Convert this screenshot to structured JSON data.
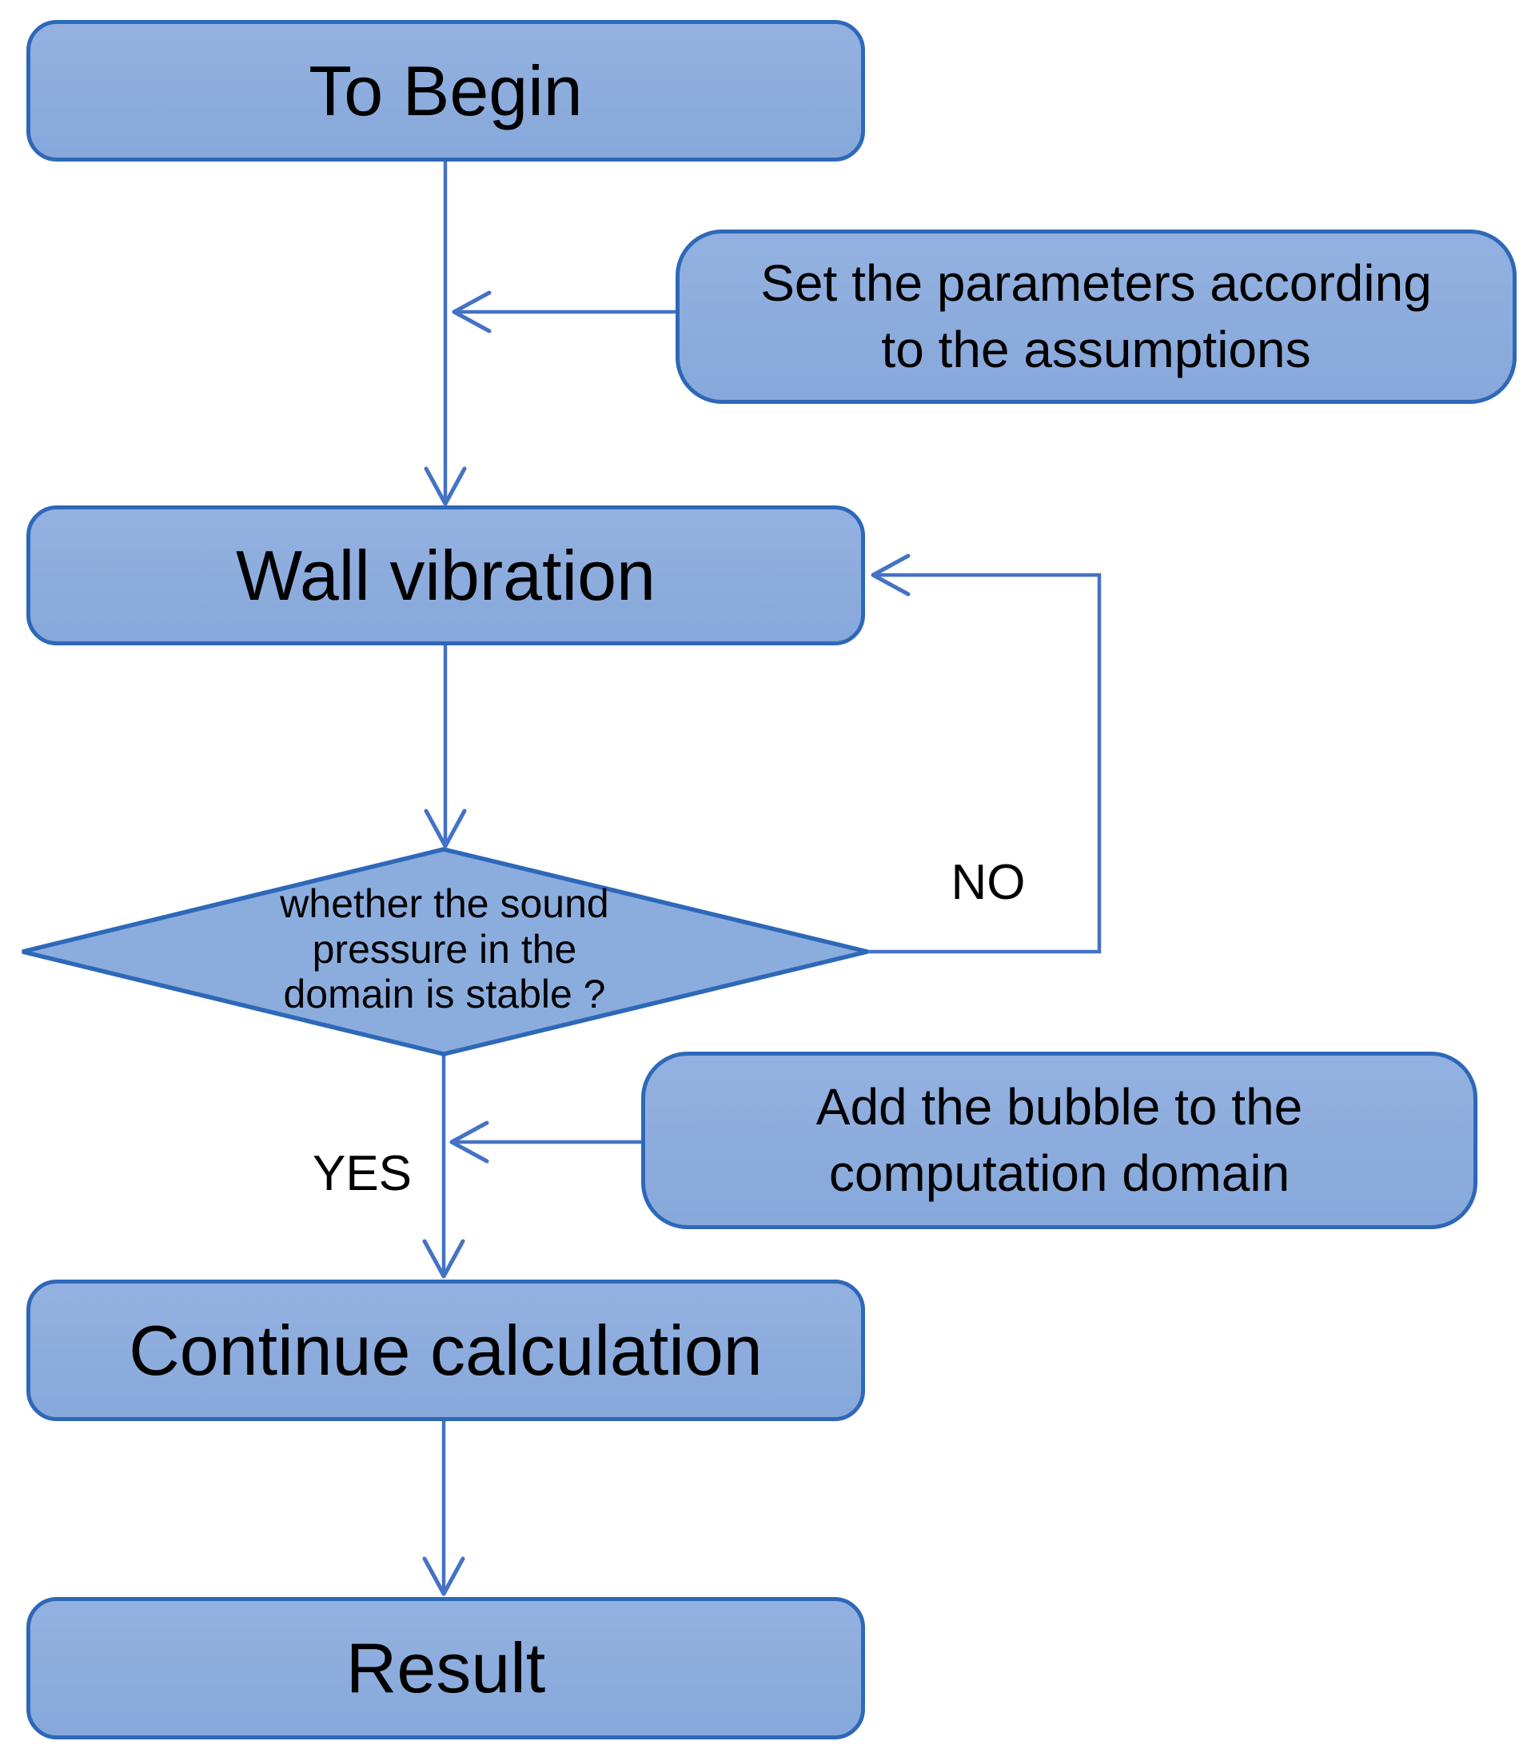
{
  "figure": {
    "type": "flowchart",
    "background": "#ffffff",
    "nodes": {
      "begin": {
        "label": "To Begin",
        "shape": "rounded-rect"
      },
      "set_params": {
        "label": "Set the parameters according\nto the assumptions",
        "shape": "rounded-rect"
      },
      "wall_vibration": {
        "label": "Wall vibration",
        "shape": "rounded-rect"
      },
      "decision": {
        "label": "whether the sound\npressure in the\ndomain is stable ?",
        "shape": "diamond"
      },
      "add_bubble": {
        "label": "Add the bubble to the\ncomputation domain",
        "shape": "rounded-rect"
      },
      "continue_calc": {
        "label": "Continue calculation",
        "shape": "rounded-rect"
      },
      "result": {
        "label": "Result",
        "shape": "rounded-rect"
      }
    },
    "edge_labels": {
      "no": "NO",
      "yes": "YES"
    },
    "colors": {
      "node_fill": "#8badde",
      "node_border": "#2e68b8",
      "connector": "#4472c4",
      "text": "#000000"
    }
  }
}
